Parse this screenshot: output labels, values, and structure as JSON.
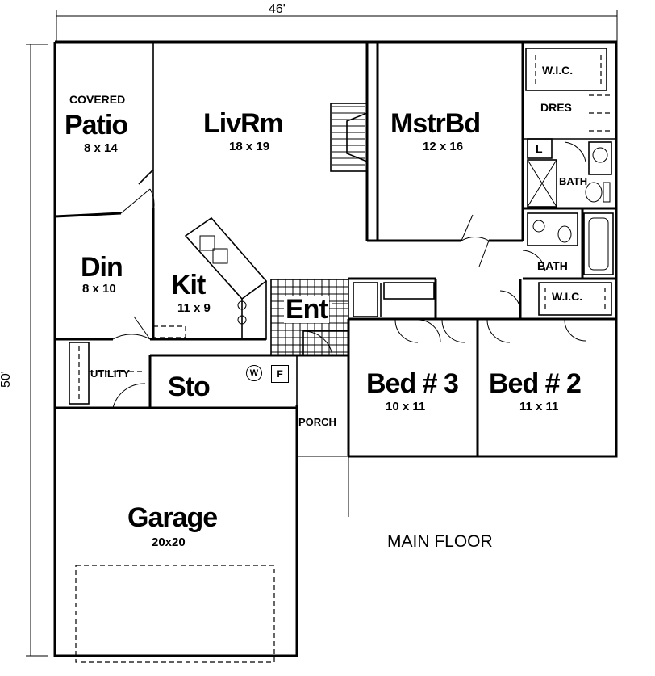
{
  "dimensions": {
    "width_label": "46'",
    "depth_label": "50'"
  },
  "caption": "MAIN FLOOR",
  "rooms": {
    "patio": {
      "prefix": "COVERED",
      "name": "Patio",
      "size": "8 x 14"
    },
    "living": {
      "name": "LivRm",
      "size": "18 x 19"
    },
    "master": {
      "name": "MstrBd",
      "size": "12 x 16"
    },
    "dining": {
      "name": "Din",
      "size": "8 x 10"
    },
    "kitchen": {
      "name": "Kit",
      "size": "11 x 9"
    },
    "entry": {
      "name": "Ent"
    },
    "storage": {
      "name": "Sto"
    },
    "bed3": {
      "name": "Bed # 3",
      "size": "10 x 11"
    },
    "bed2": {
      "name": "Bed # 2",
      "size": "11 x 11"
    },
    "garage": {
      "name": "Garage",
      "size": "20x20"
    }
  },
  "labels": {
    "wic_master": "W.I.C.",
    "dresser": "DRES",
    "bath_master": "BATH",
    "bath_hall": "BATH",
    "wic_bed2": "W.I.C.",
    "utility": "UTILITY",
    "porch": "PORCH",
    "linen": "L",
    "washer": "W",
    "furnace": "F"
  }
}
